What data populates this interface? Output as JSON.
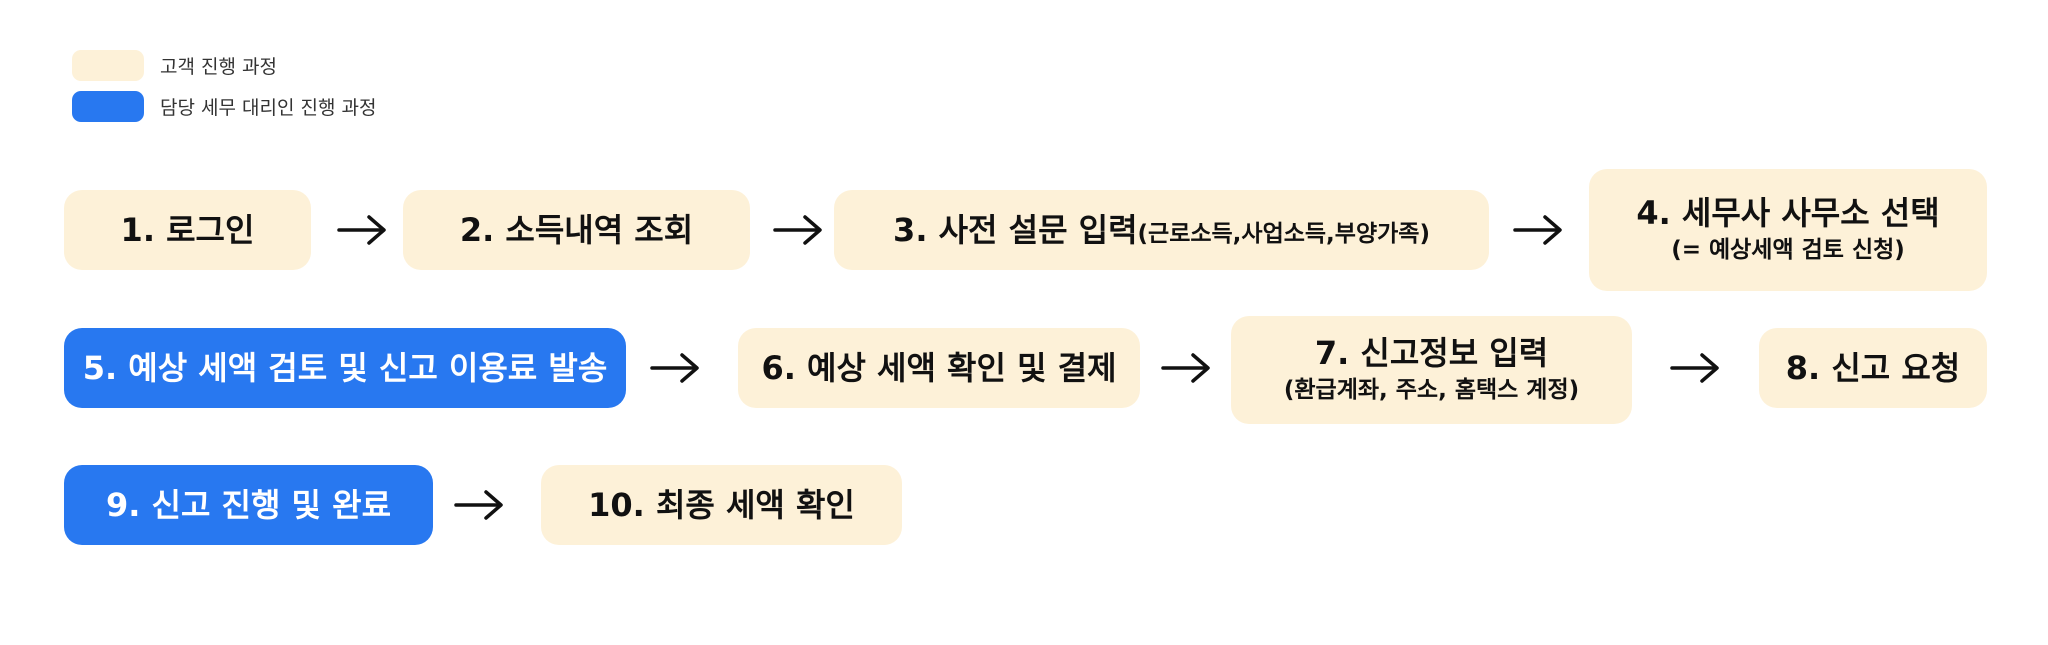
{
  "colors": {
    "customer": "#fdf1d8",
    "agent": "#2878f0",
    "arrow": "#111111"
  },
  "legend": [
    {
      "label": "고객 진행 과정",
      "type": "customer"
    },
    {
      "label": "담당 세무 대리인 진행 과정",
      "type": "agent"
    }
  ],
  "steps": [
    {
      "label": "1. 로그인",
      "type": "customer"
    },
    {
      "label": "2.  소득내역 조회",
      "type": "customer"
    },
    {
      "label": "3.  사전 설문 입력",
      "inline_sub": "(근로소득,사업소득,부양가족)",
      "type": "customer"
    },
    {
      "label": "4. 세무사 사무소 선택",
      "sub": "(= 예상세액 검토 신청)",
      "type": "customer"
    },
    {
      "label": "5.  예상 세액 검토 및 신고 이용료 발송",
      "type": "agent"
    },
    {
      "label": "6.  예상 세액 확인 및 결제",
      "type": "customer"
    },
    {
      "label": "7.  신고정보 입력",
      "sub": "(환급계좌, 주소, 홈택스 계정)",
      "type": "customer"
    },
    {
      "label": "8.  신고 요청",
      "type": "customer"
    },
    {
      "label": "9.  신고 진행 및 완료",
      "type": "agent"
    },
    {
      "label": "10.  최종 세액 확인",
      "type": "customer"
    }
  ],
  "arrow_icon": "arrow-right-icon"
}
